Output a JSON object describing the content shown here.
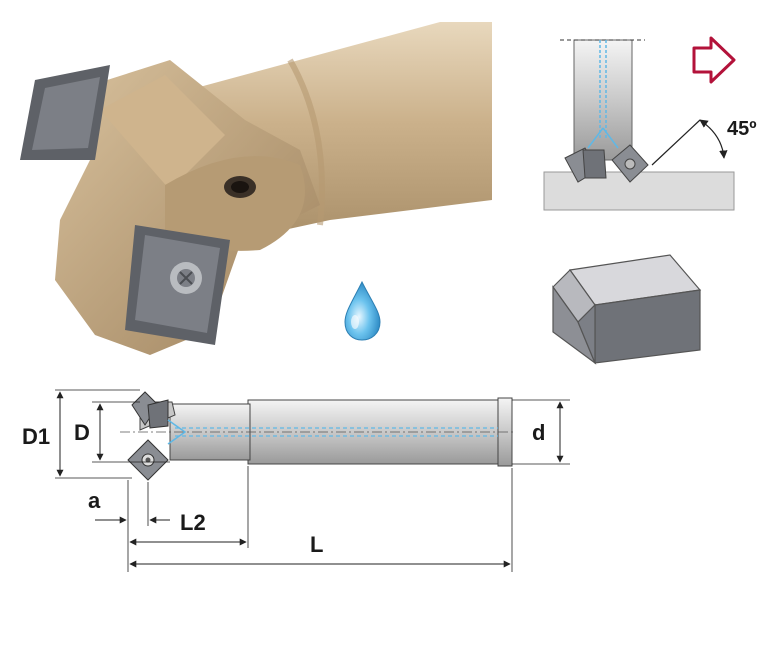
{
  "labels": {
    "angle": "45º",
    "D1": "D1",
    "D": "D",
    "d": "d",
    "a": "a",
    "L2": "L2",
    "L": "L"
  },
  "icons": {
    "coolant": "water-drop-icon",
    "direction": "arrow-right-icon"
  },
  "colors": {
    "tool_bronze": "#c9ad85",
    "insert_gray": "#7c7f86",
    "coolant_blue": "#5fb8e6",
    "direction_arrow": "#b3123a",
    "workpiece": "#dcdcdc"
  }
}
